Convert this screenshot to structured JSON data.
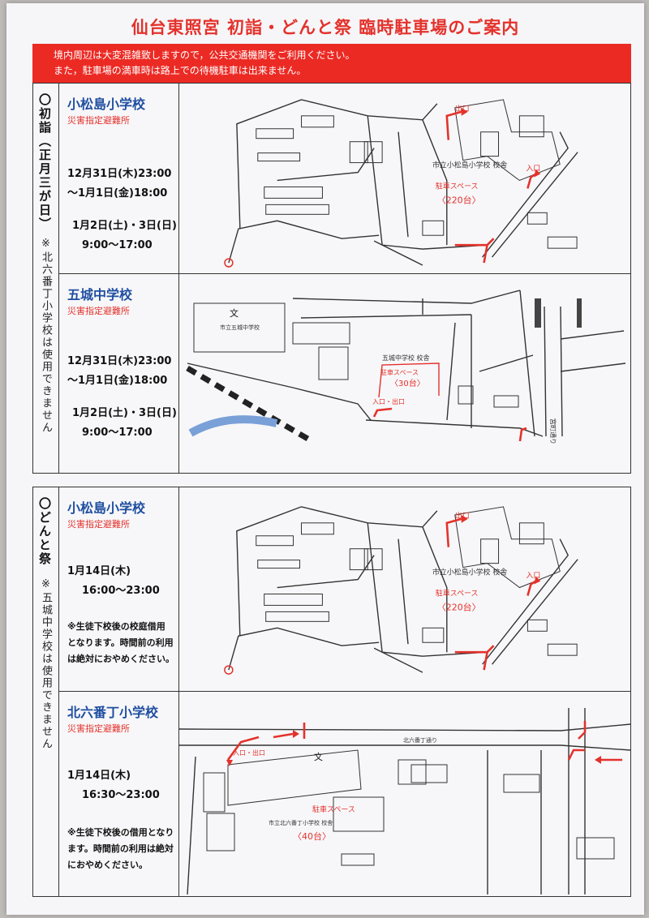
{
  "title": "仙台東照宮 初詣・どんと祭 臨時駐車場のご案内",
  "notice": {
    "line1": "境内周辺は大変混雑致しますので，公共交通機関をご利用ください。",
    "line2": "また，駐車場の満車時は路上での待機駐車は出来ません。"
  },
  "sections": [
    {
      "heading": "〇初詣（正月三が日）",
      "note": "※北六番丁小学校は使用できません",
      "lots": [
        {
          "school": "小松島小学校",
          "evac": "災害指定避難所",
          "times": [
            "12月31日(木)23:00",
            "～1月1日(金)18:00",
            "1月2日(土)・3日(日)",
            "9:00～17:00"
          ],
          "map": {
            "exit": "出口",
            "entrance": "入口",
            "building": "市立小松島小学校 校舎",
            "space": "駐車スペース",
            "capacity": "〈220台〉"
          }
        },
        {
          "school": "五城中学校",
          "evac": "災害指定避難所",
          "times": [
            "12月31日(木)23:00",
            "～1月1日(金)18:00",
            "1月2日(土)・3日(日)",
            "9:00～17:00"
          ],
          "map": {
            "entrance_exit": "入口・出口",
            "building": "五城中学校 校舎",
            "space": "駐車スペース",
            "capacity": "〈30台〉",
            "street": "宮町通り",
            "school_mark": "文",
            "school_name": "市立五城中学校"
          }
        }
      ]
    },
    {
      "heading": "〇どんと祭",
      "note": "※五城中学校は使用できません",
      "lots": [
        {
          "school": "小松島小学校",
          "evac": "災害指定避難所",
          "times": [
            "1月14日(木)",
            "16:00～23:00"
          ],
          "notes": [
            "※生徒下校後の校庭借用",
            "となります。時間前の利用",
            "は絶対におやめください。"
          ],
          "map": {
            "exit": "出口",
            "entrance": "入口",
            "building": "市立小松島小学校 校舎",
            "space": "駐車スペース",
            "capacity": "〈220台〉"
          }
        },
        {
          "school": "北六番丁小学校",
          "evac": "災害指定避難所",
          "times": [
            "1月14日(木)",
            "16:30～23:00"
          ],
          "notes": [
            "※生徒下校後の借用となり",
            "ます。時間前の利用は絶対",
            "におやめください。"
          ],
          "map": {
            "entrance_exit": "入口・出口",
            "building": "市立北六番丁小学校 校舎",
            "space": "駐車スペース",
            "capacity": "〈40台〉",
            "street": "北六番丁通り",
            "school_mark": "文"
          }
        }
      ]
    }
  ],
  "colors": {
    "red": "#e4322c",
    "blue": "#1f4ea0",
    "ink": "#111111"
  }
}
